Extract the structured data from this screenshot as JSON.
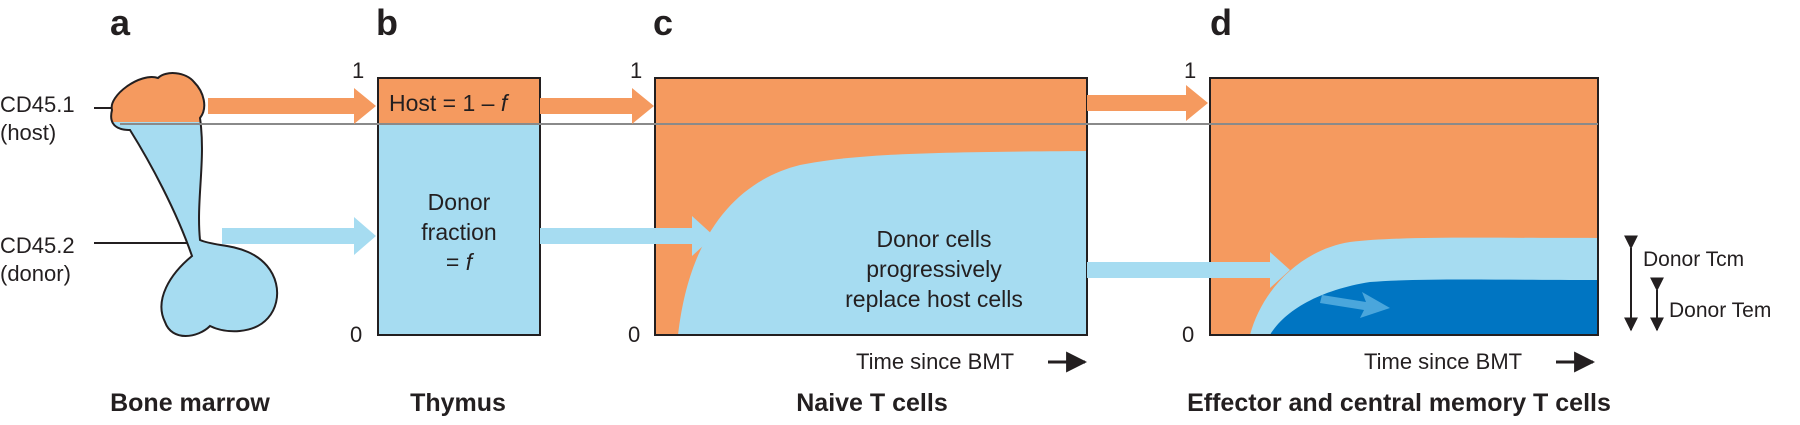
{
  "colors": {
    "host": "#f59a5f",
    "donor": "#a6dcf1",
    "donor_tem": "#0075c2",
    "line": "#231f20",
    "rule": "#8a8a8a"
  },
  "panels": {
    "a": {
      "letter": "a",
      "caption": "Bone marrow"
    },
    "b": {
      "letter": "b",
      "caption": "Thymus",
      "host_text": "Host = 1 – ",
      "host_var": "f",
      "donor_line1": "Donor",
      "donor_line2": "fraction",
      "donor_line3_prefix": "= ",
      "donor_var": "f"
    },
    "c": {
      "letter": "c",
      "caption": "Naive T cells",
      "text_line1": "Donor cells",
      "text_line2": "progressively",
      "text_line3": "replace host cells",
      "time_label": "Time since BMT"
    },
    "d": {
      "letter": "d",
      "caption": "Effector and central memory T cells",
      "time_label": "Time since BMT",
      "tcm_label": "Donor Tcm",
      "tem_label": "Donor Tem"
    }
  },
  "axis": {
    "top": "1",
    "bottom": "0"
  },
  "markers": {
    "host_line1": "CD45.1",
    "host_line2": "(host)",
    "donor_line1": "CD45.2",
    "donor_line2": "(donor)"
  },
  "icons": {
    "time_arrow": "arrow-right-icon",
    "bone": "bone-icon",
    "bracket": "double-arrow-vertical-icon"
  }
}
